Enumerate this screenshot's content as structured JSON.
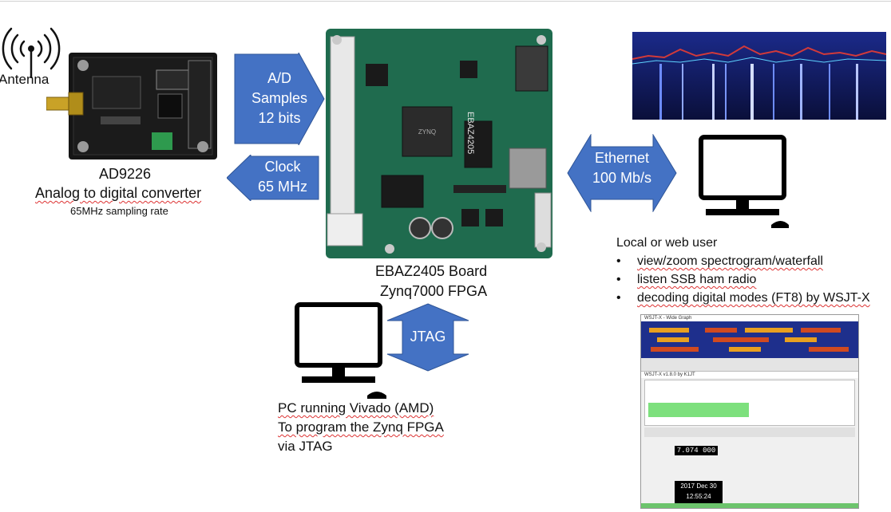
{
  "antenna": {
    "label": "Antenna"
  },
  "adc": {
    "name": "AD9226",
    "subtitle": "Analog to digital converter",
    "rate": "65MHz sampling rate"
  },
  "arrows": {
    "samples": {
      "line1": "A/D",
      "line2": "Samples",
      "line3": "12 bits"
    },
    "clock": {
      "line1": "Clock",
      "line2": "65 MHz"
    },
    "ethernet": {
      "line1": "Ethernet",
      "line2": "100 Mb/s"
    },
    "jtag": {
      "label": "JTAG"
    }
  },
  "board": {
    "name": "EBAZ2405 Board",
    "fpga": "Zynq7000 FPGA",
    "silk": "EBAZ4205"
  },
  "user": {
    "title": "Local or web user",
    "items": [
      "view/zoom spectrogram/waterfall",
      "listen SSB ham radio",
      "decoding digital modes (FT8) by WSJT-X"
    ]
  },
  "pc": {
    "line1": "PC running Vivado (AMD)",
    "line2": "To program the Zynq FPGA",
    "line3": "via JTAG"
  },
  "wsjt": {
    "wide_graph_title": "WSJT-X - Wide Graph",
    "main_title": "WSJT-X  v1.8.0  by K1JT",
    "freq_display": "7.074 000",
    "date": "2017 Dec 30",
    "time": "12:55:24"
  },
  "colors": {
    "arrow": "#4472c4",
    "arrow_edge": "#2f5597",
    "monitor": "#000000"
  }
}
